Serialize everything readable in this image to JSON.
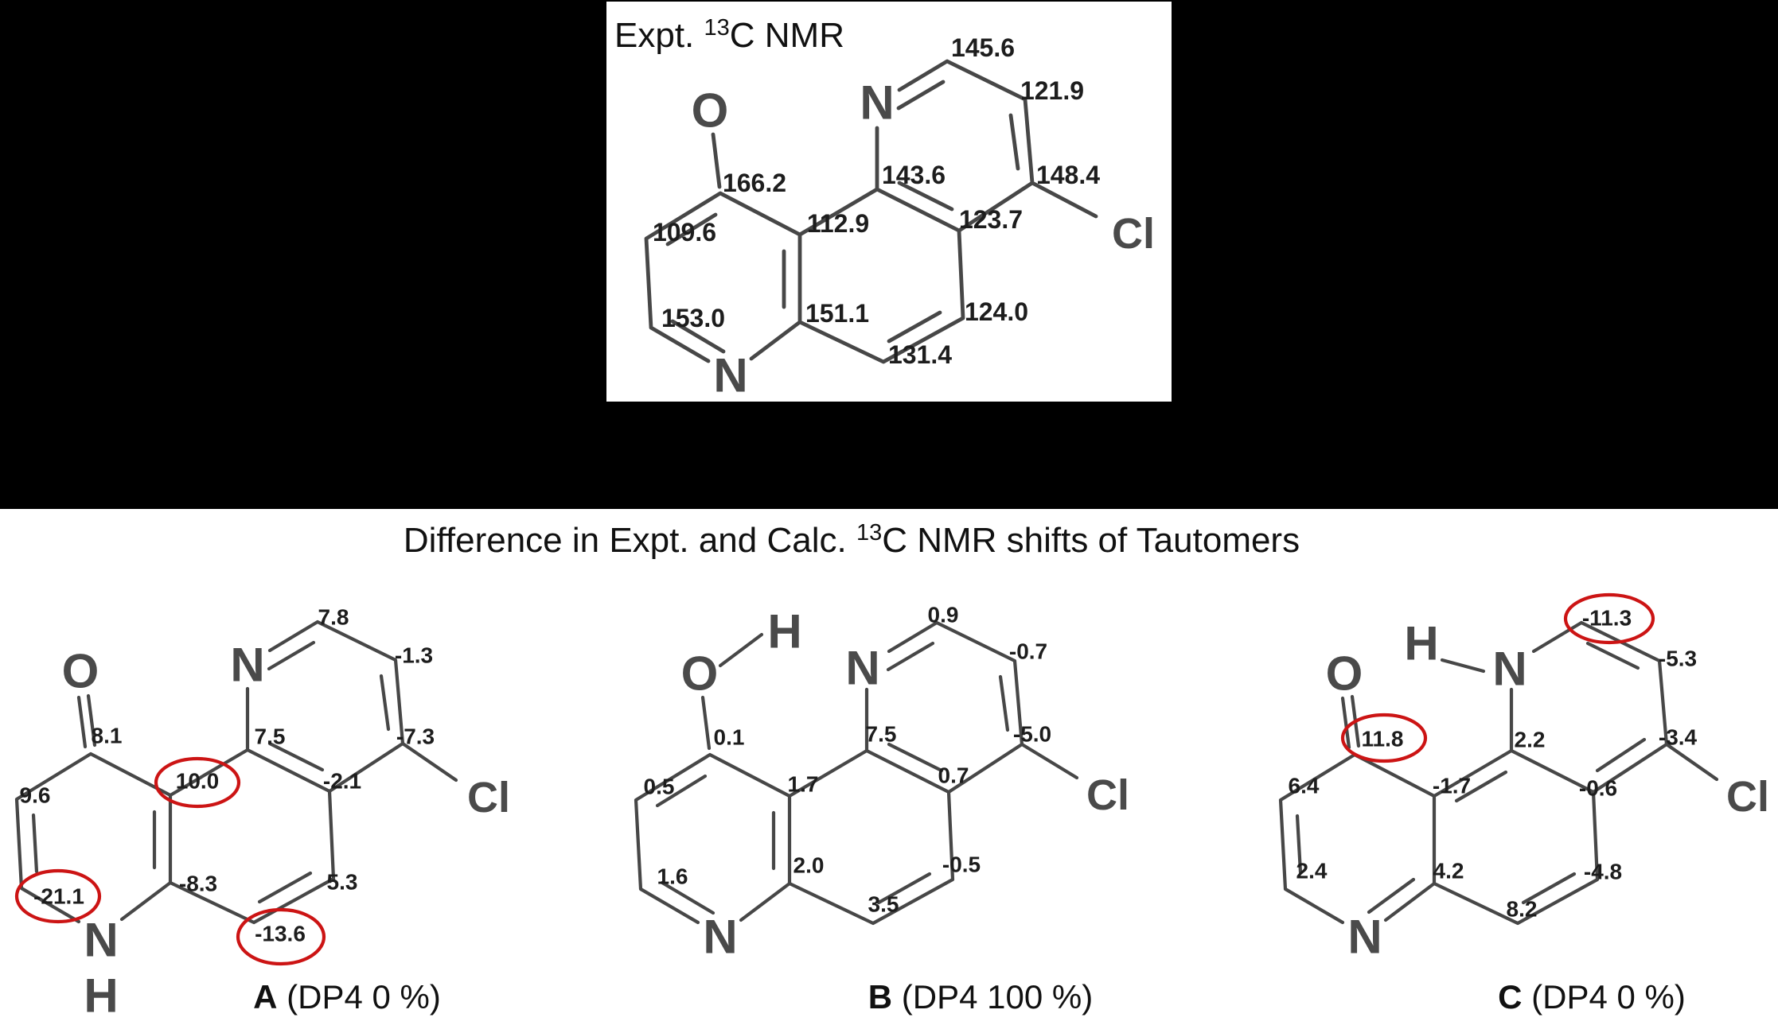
{
  "expt": {
    "title_prefix": "Expt. ",
    "title_sup": "13",
    "title_suffix": "C NMR",
    "atoms": {
      "o": "O",
      "n_top": "N",
      "n_bottom": "N",
      "cl": "Cl"
    },
    "shifts": {
      "apex": "145.6",
      "upper_right": "121.9",
      "carbonyl": "166.2",
      "bay_right": "143.6",
      "chloro": "148.4",
      "upper_left": "109.6",
      "bay_left": "112.9",
      "ring_bottom": "123.7",
      "lower_left": "153.0",
      "fusion_left": "151.1",
      "middle_right": "124.0",
      "middle_bottom": "131.4"
    }
  },
  "section": {
    "title_prefix": "Difference in Expt. and Calc. ",
    "title_sup": "13",
    "title_suffix": "C NMR shifts of Tautomers"
  },
  "tautomers": [
    {
      "caption_letter": "A",
      "caption_rest": " (DP4 0 %)",
      "atoms": {
        "o": "O",
        "n_top": "N",
        "n_bottom": "N",
        "h": "H",
        "cl": "Cl"
      },
      "deltas": {
        "apex": "7.8",
        "upper_right": "-1.3",
        "carbonyl": "8.1",
        "bay_right": "7.5",
        "chloro": "-7.3",
        "upper_left": "9.6",
        "bay_left": "10.0",
        "ring_bottom": "-2.1",
        "lower_left": "-21.1",
        "fusion_left": "-8.3",
        "middle_right": "5.3",
        "middle_bottom": "-13.6"
      },
      "circled": [
        "bay_left",
        "lower_left",
        "middle_bottom"
      ]
    },
    {
      "caption_letter": "B",
      "caption_rest": " (DP4 100 %)",
      "atoms": {
        "o": "O",
        "h": "H",
        "n_top": "N",
        "n_bottom": "N",
        "cl": "Cl"
      },
      "deltas": {
        "apex": "0.9",
        "upper_right": "-0.7",
        "carbonyl": "0.1",
        "bay_right": "7.5",
        "chloro": "-5.0",
        "upper_left": "0.5",
        "bay_left": "1.7",
        "ring_bottom": "0.7",
        "lower_left": "1.6",
        "fusion_left": "2.0",
        "middle_right": "-0.5",
        "middle_bottom": "3.5"
      },
      "circled": []
    },
    {
      "caption_letter": "C",
      "caption_rest": " (DP4 0 %)",
      "atoms": {
        "o": "O",
        "h": "H",
        "n_top": "N",
        "n_bottom": "N",
        "cl": "Cl"
      },
      "deltas": {
        "apex": "-11.3",
        "upper_right": "-5.3",
        "carbonyl": "11.8",
        "bay_right": "2.2",
        "chloro": "-3.4",
        "upper_left": "6.4",
        "bay_left": "-1.7",
        "ring_bottom": "-0.6",
        "lower_left": "2.4",
        "fusion_left": "4.2",
        "middle_right": "-4.8",
        "middle_bottom": "8.2"
      },
      "circled": [
        "apex",
        "carbonyl"
      ]
    }
  ],
  "colors": {
    "highlight": "#cc1414",
    "bond": "#474747",
    "label": "#1d1d1d",
    "panel": "#ffffff",
    "backdrop": "#000000"
  }
}
